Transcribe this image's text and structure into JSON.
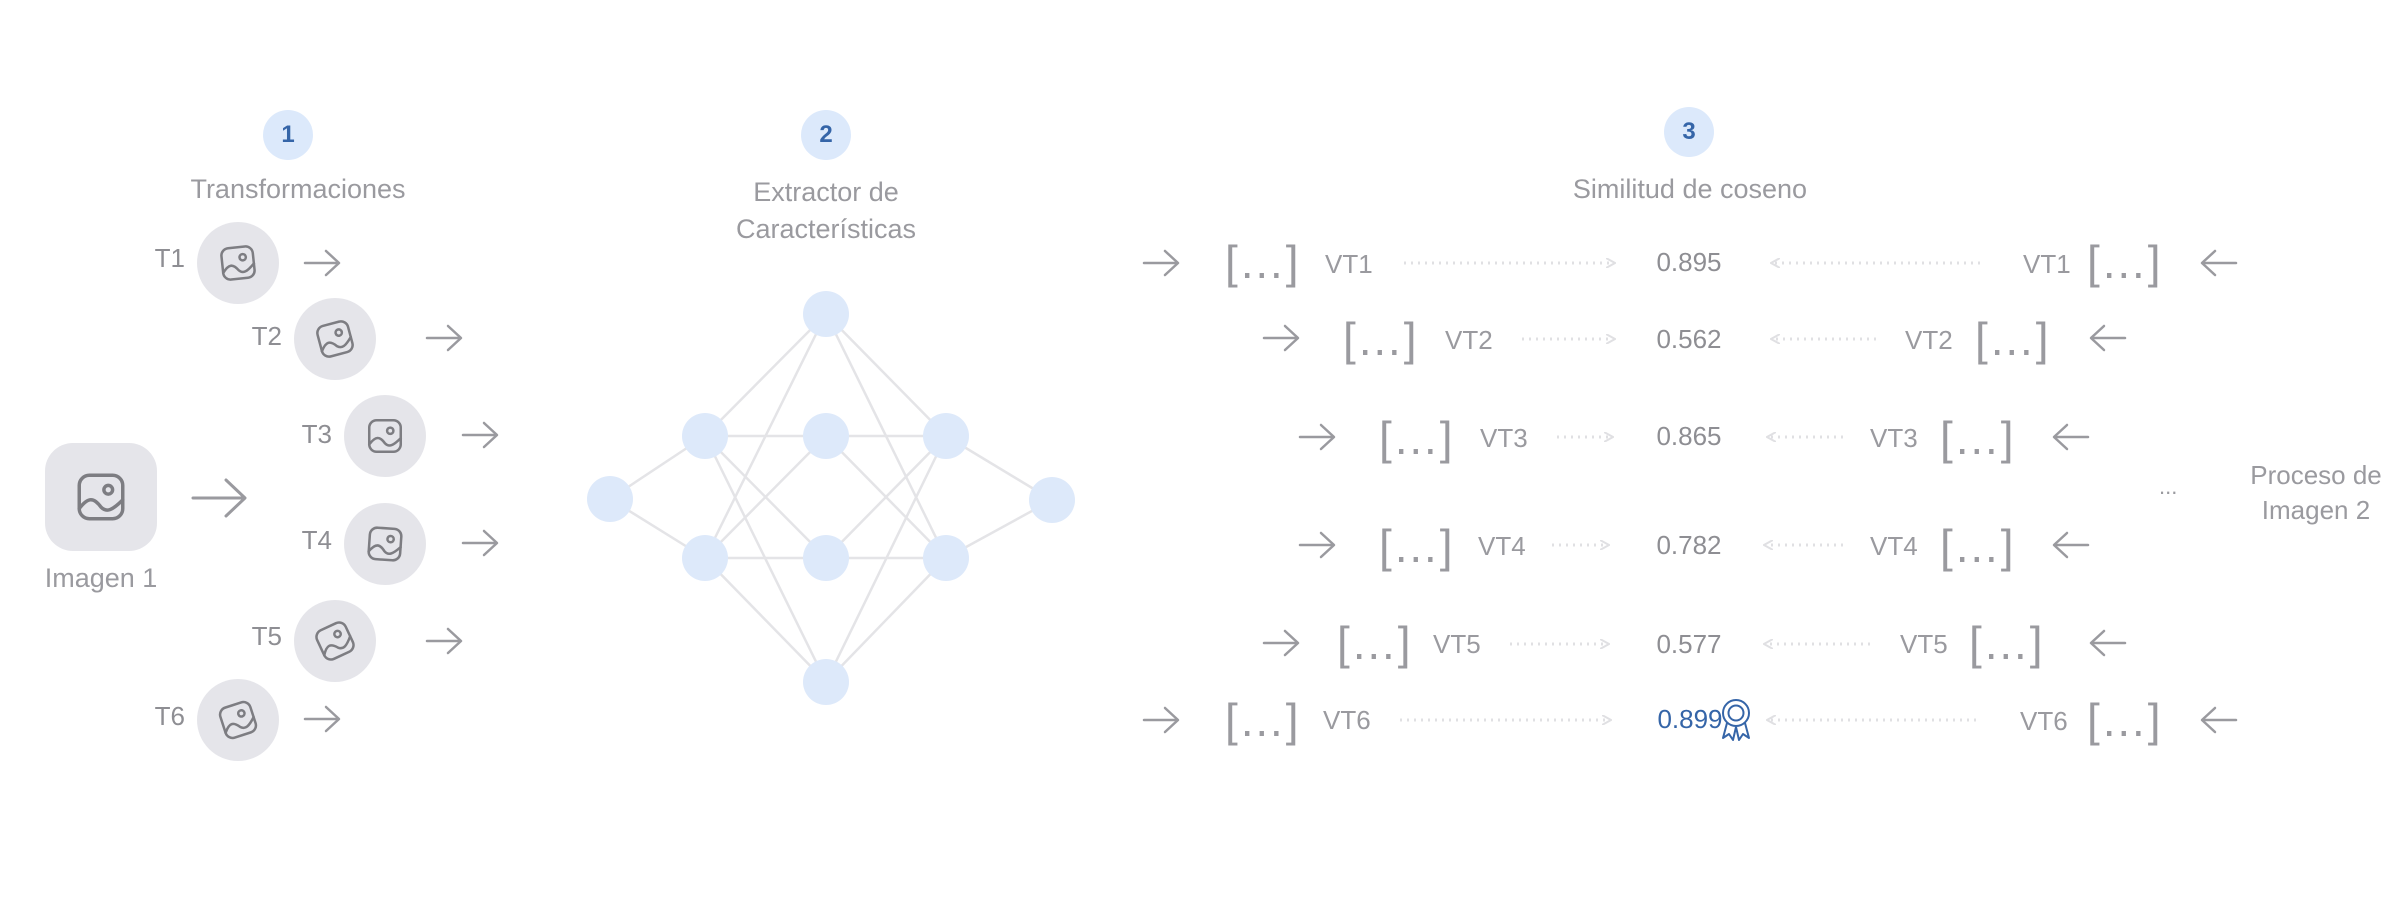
{
  "steps": {
    "s1": {
      "number": "1",
      "title": "Transformaciones"
    },
    "s2": {
      "number": "2",
      "title_line1": "Extractor de",
      "title_line2": "Características"
    },
    "s3": {
      "number": "3",
      "title": "Similitud de coseno"
    }
  },
  "input_image_label": "Imagen 1",
  "transforms": [
    "T1",
    "T2",
    "T3",
    "T4",
    "T5",
    "T6"
  ],
  "vector_symbol": "[…]",
  "rows": [
    {
      "left": "VT1",
      "score": "0.895",
      "right": "VT1"
    },
    {
      "left": "VT2",
      "score": "0.562",
      "right": "VT2"
    },
    {
      "left": "VT3",
      "score": "0.865",
      "right": "VT3"
    },
    {
      "left": "VT4",
      "score": "0.782",
      "right": "VT4"
    },
    {
      "left": "VT5",
      "score": "0.577",
      "right": "VT5"
    },
    {
      "left": "VT6",
      "score": "0.899",
      "right": "VT6",
      "best": true
    }
  ],
  "ellipsis": "...",
  "image2_label_line1": "Proceso de",
  "image2_label_line2": "Imagen 2",
  "icons": [
    "image-icon",
    "arrow-right-icon",
    "arrow-left-icon",
    "award-icon"
  ],
  "colors": {
    "accent_blue": "#3565a8",
    "badge_bg": "#dce9fb",
    "node_fill": "#dde9fa",
    "icon_bg": "#e5e5ea",
    "text_gray": "#9a9a9f"
  }
}
